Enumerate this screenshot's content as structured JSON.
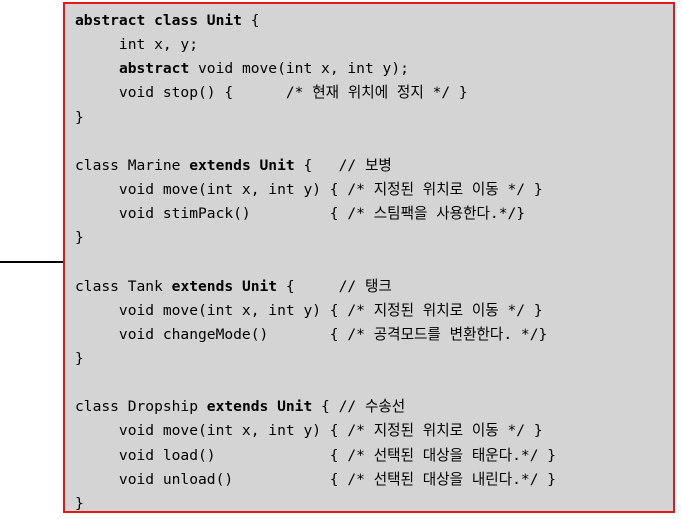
{
  "code": {
    "lines": [
      [
        {
          "t": "abstract class Unit",
          "b": true
        },
        {
          "t": " {",
          "b": false
        }
      ],
      [
        {
          "t": "     int x, y;",
          "b": false
        }
      ],
      [
        {
          "t": "     ",
          "b": false
        },
        {
          "t": "abstract",
          "b": true
        },
        {
          "t": " void move(int x, int y);",
          "b": false
        }
      ],
      [
        {
          "t": "     void stop() {      /* 현재 위치에 정지 */ }",
          "b": false
        }
      ],
      [
        {
          "t": "}",
          "b": false
        }
      ],
      [
        {
          "t": "",
          "b": false
        }
      ],
      [
        {
          "t": "class Marine ",
          "b": false
        },
        {
          "t": "extends Unit",
          "b": true
        },
        {
          "t": " {   // 보병",
          "b": false
        }
      ],
      [
        {
          "t": "     void move(int x, int y) { /* 지정된 위치로 이동 */ }",
          "b": false
        }
      ],
      [
        {
          "t": "     void stimPack()         { /* 스팀팩을 사용한다.*/}",
          "b": false
        }
      ],
      [
        {
          "t": "}",
          "b": false
        }
      ],
      [
        {
          "t": "",
          "b": false
        }
      ],
      [
        {
          "t": "class Tank ",
          "b": false
        },
        {
          "t": "extends Unit",
          "b": true
        },
        {
          "t": " {     // 탱크",
          "b": false
        }
      ],
      [
        {
          "t": "     void move(int x, int y) { /* 지정된 위치로 이동 */ }",
          "b": false
        }
      ],
      [
        {
          "t": "     void changeMode()       { /* 공격모드를 변환한다. */}",
          "b": false
        }
      ],
      [
        {
          "t": "}",
          "b": false
        }
      ],
      [
        {
          "t": "",
          "b": false
        }
      ],
      [
        {
          "t": "class Dropship ",
          "b": false
        },
        {
          "t": "extends Unit",
          "b": true
        },
        {
          "t": " { // 수송선",
          "b": false
        }
      ],
      [
        {
          "t": "     void move(int x, int y) { /* 지정된 위치로 이동 */ }",
          "b": false
        }
      ],
      [
        {
          "t": "     void load()             { /* 선택된 대상을 태운다.*/ }",
          "b": false
        }
      ],
      [
        {
          "t": "     void unload()           { /* 선택된 대상을 내린다.*/ }",
          "b": false
        }
      ],
      [
        {
          "t": "}",
          "b": false
        }
      ]
    ]
  },
  "colors": {
    "box_background": "#d4d4d4",
    "box_border": "#e8141c",
    "text": "#000000",
    "arrow": "#000000"
  },
  "icons": {
    "pointer": "right-arrow-icon"
  }
}
